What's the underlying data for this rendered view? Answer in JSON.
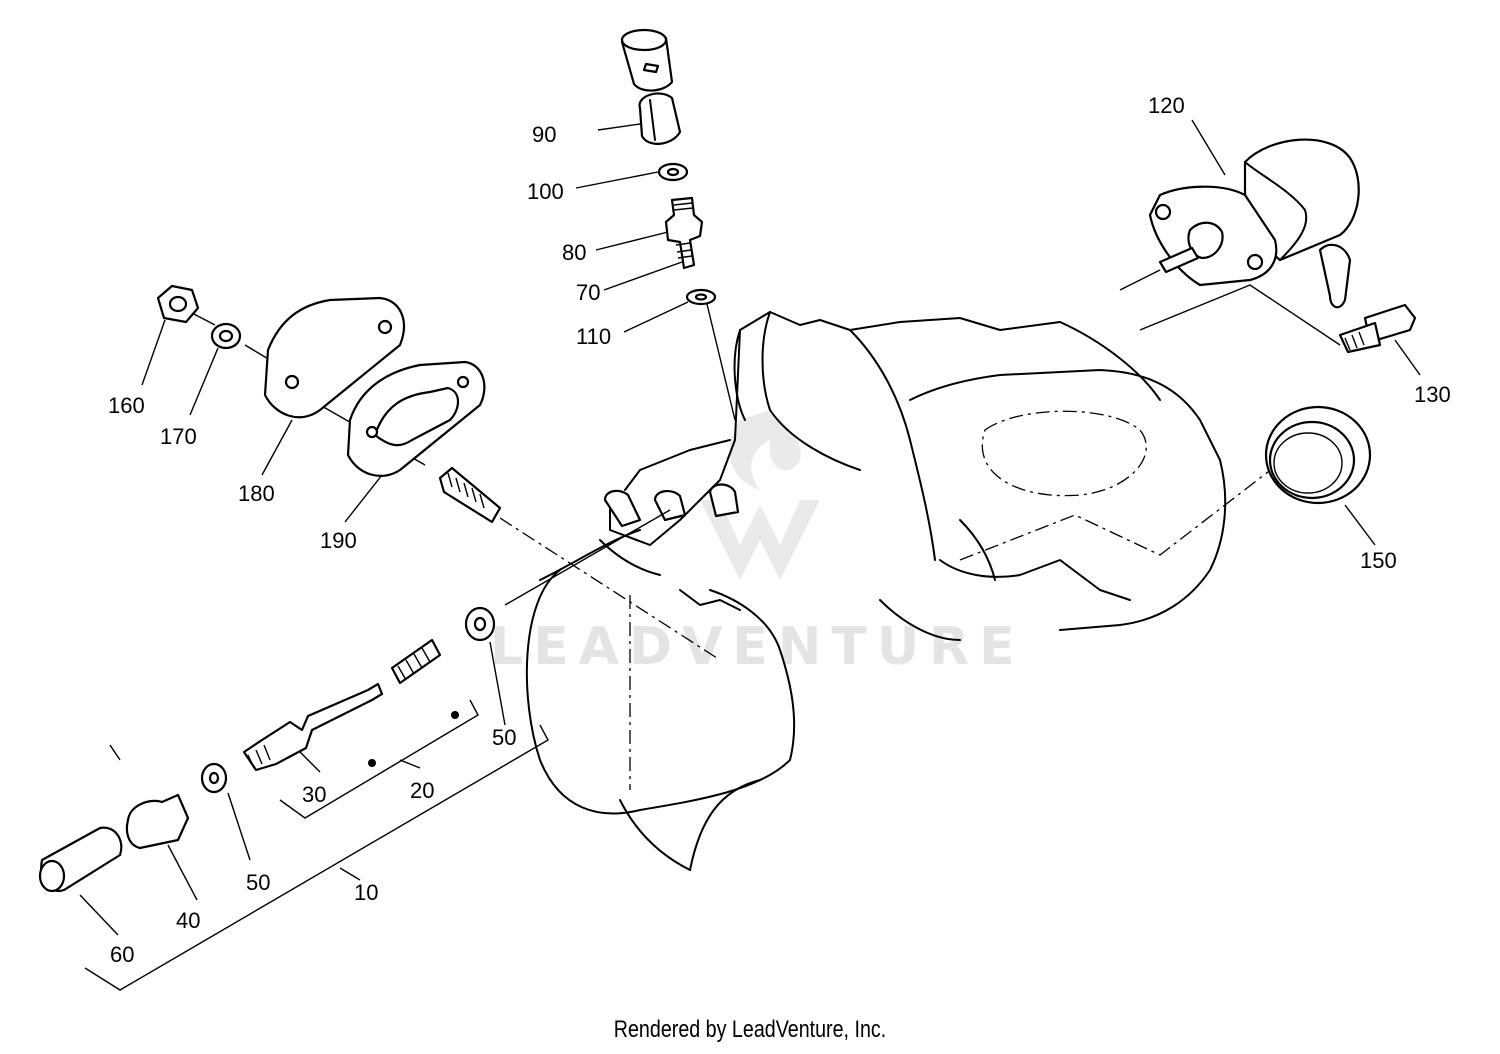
{
  "watermark": {
    "text": "LEADVENTURE"
  },
  "footer": {
    "text": "Rendered by LeadVenture, Inc."
  },
  "callouts": {
    "c10": "10",
    "c20": "20",
    "c30": "30",
    "c40": "40",
    "c50a": "50",
    "c50b": "50",
    "c60": "60",
    "c70": "70",
    "c80": "80",
    "c90": "90",
    "c100": "100",
    "c110": "110",
    "c120": "120",
    "c130": "130",
    "c150": "150",
    "c160": "160",
    "c170": "170",
    "c180": "180",
    "c190": "190"
  }
}
